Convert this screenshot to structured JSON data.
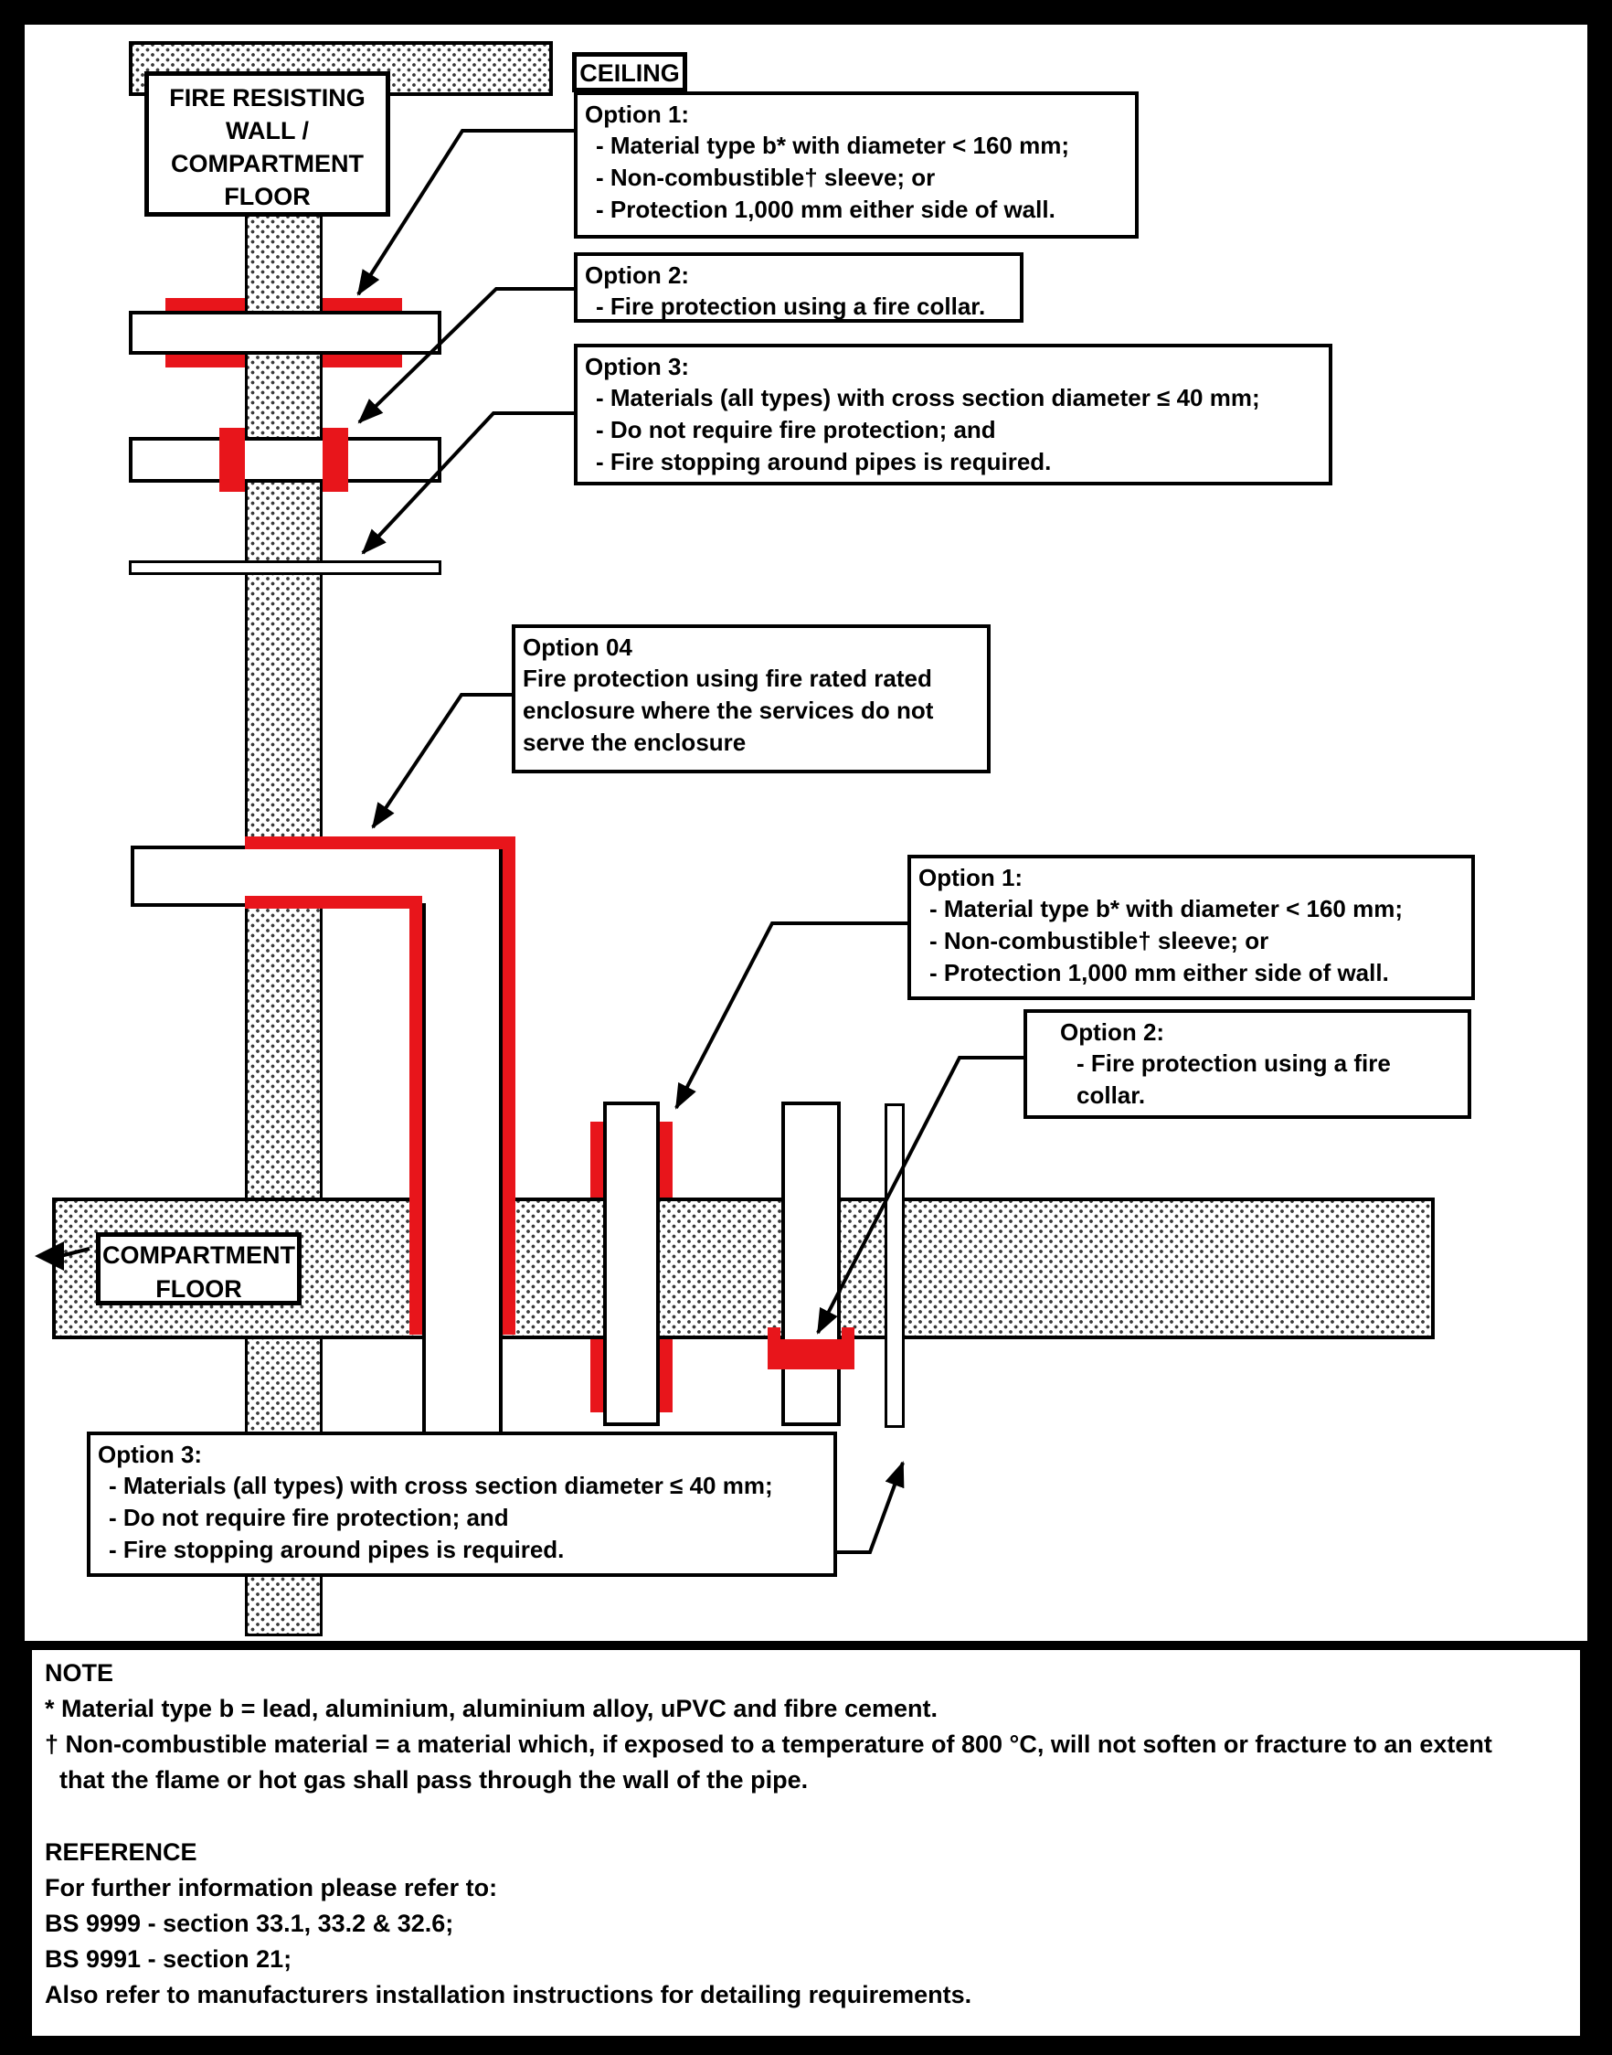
{
  "colors": {
    "accent_red": "#e8151b",
    "line_black": "#000000",
    "background_white": "#ffffff"
  },
  "labels": {
    "ceiling": "CEILING",
    "fire_resisting_wall": "FIRE RESISTING\nWALL /\nCOMPARTMENT\nFLOOR",
    "compartment_floor": "COMPARTMENT\nFLOOR"
  },
  "option_boxes": {
    "top_option1": {
      "title": "Option 1:",
      "body": "- Material type b* with diameter < 160 mm;\n- Non-combustible† sleeve; or\n- Protection 1,000 mm either side of wall."
    },
    "top_option2": {
      "title": "Option 2:",
      "body": "- Fire protection using a fire collar."
    },
    "top_option3": {
      "title": "Option 3:",
      "body": "- Materials (all types) with cross section diameter ≤ 40 mm;\n- Do not require fire protection; and\n- Fire stopping around pipes is required."
    },
    "option4": {
      "title": "Option 04",
      "body": "Fire protection using fire rated rated\nenclosure where the services do not\nserve the enclosure"
    },
    "right_option1": {
      "title": "Option 1:",
      "body": "- Material type b* with diameter < 160 mm;\n- Non-combustible† sleeve; or\n- Protection 1,000 mm either side of wall."
    },
    "right_option2": {
      "title": "Option 2:",
      "body": "- Fire protection using a fire collar."
    },
    "bottom_option3": {
      "title": "Option 3:",
      "body": "- Materials (all types) with cross section diameter ≤ 40 mm;\n- Do not require fire protection; and\n- Fire stopping around pipes is required."
    }
  },
  "note_panel": {
    "note_heading": "NOTE",
    "note_line1": "* Material type b =  lead, aluminium, aluminium alloy, uPVC and fibre cement.",
    "note_line2": "† Non-combustible material = a material which, if exposed to a temperature of 800 °C, will not soften or fracture to an extent",
    "note_line3": "that the flame or hot gas shall pass through the wall of the pipe.",
    "reference_heading": "REFERENCE",
    "reference_line1": "For further information please refer to:",
    "reference_line2": "BS 9999 - section 33.1, 33.2 & 32.6;",
    "reference_line3": "BS 9991 - section 21;",
    "reference_line4": "Also refer to manufacturers installation instructions for detailing requirements."
  }
}
